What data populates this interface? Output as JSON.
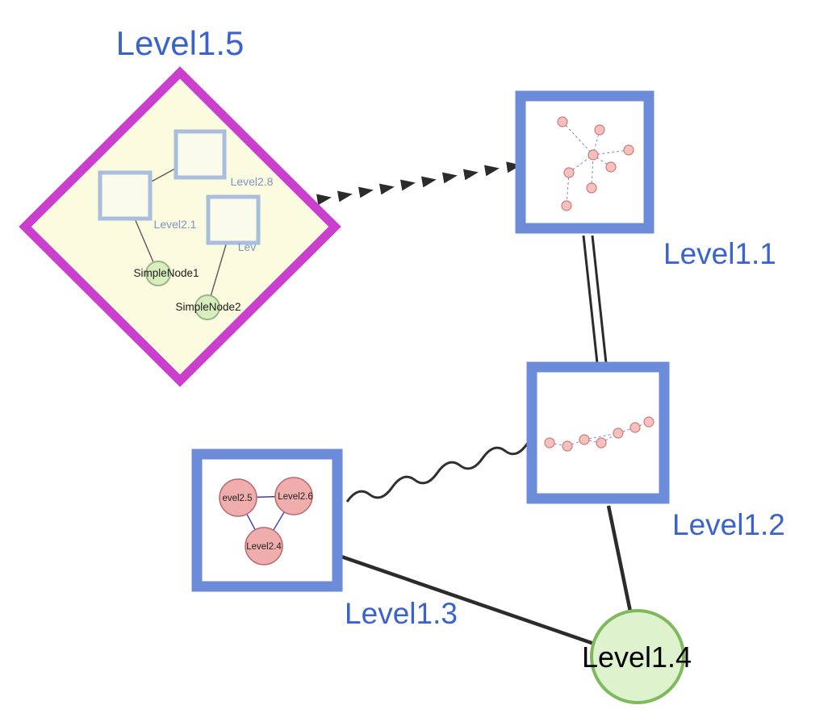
{
  "nodes": {
    "level1_5": {
      "label": "Level1.5"
    },
    "level1_1": {
      "label": "Level1.1"
    },
    "level1_2": {
      "label": "Level1.2"
    },
    "level1_3": {
      "label": "Level1.3"
    },
    "level1_4": {
      "label": "Level1.4"
    }
  },
  "level1_5_children": {
    "level2_8": {
      "label": "Level2.8"
    },
    "level2_1": {
      "label": "Level2.1"
    },
    "level2_partial": {
      "label": "Lev"
    },
    "simple_node_1": {
      "label": "SimpleNode1"
    },
    "simple_node_2": {
      "label": "SimpleNode2"
    }
  },
  "level1_3_children": {
    "level2_5": {
      "label": "evel2.5"
    },
    "level2_6": {
      "label": "Level2.6"
    },
    "level2_4": {
      "label": "Level2.4"
    }
  },
  "colors": {
    "label_blue": "#3a63cf",
    "inner_label_blue": "#8093c4",
    "node_border_blue": "#6c8bd9",
    "diamond_border": "#ca3fcd",
    "diamond_fill": "#fbfbe0",
    "green_fill": "#d9eebd",
    "green_border": "#9cb489",
    "big_green_fill": "#def2cd",
    "big_green_border": "#7fb95e",
    "pink_fill": "#efadad",
    "pink_border": "#b96a6a",
    "edge_black": "#2b2b2b"
  }
}
